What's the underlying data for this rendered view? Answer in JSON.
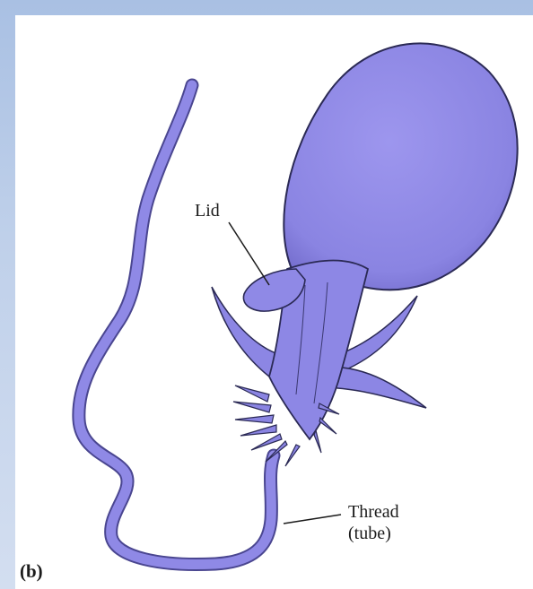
{
  "background_color": "#b9cbe8",
  "organism_color": "#8e88e6",
  "labels": {
    "lid": "Lid",
    "thread_line1": "Thread",
    "thread_line2": "(tube)",
    "panel": "(b)"
  }
}
